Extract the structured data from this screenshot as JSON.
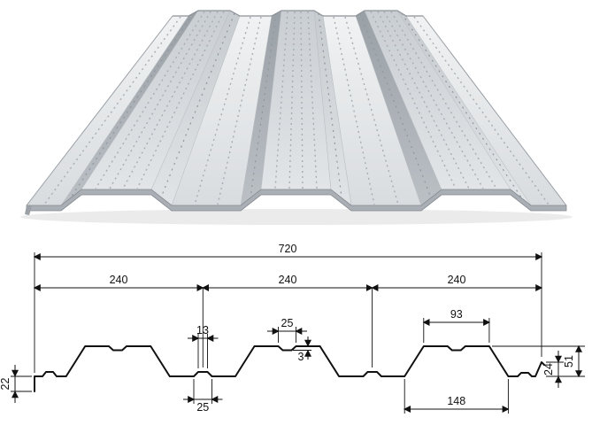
{
  "figure": {
    "subject": "corrugated-steel-floor-deck",
    "colors": {
      "steel_light": "#eceef0",
      "steel_mid": "#cfd4d8",
      "steel_dark": "#9aa1a7",
      "line": "#111111",
      "background": "#ffffff"
    }
  },
  "drawing": {
    "overall_width": "720",
    "pitch": [
      "240",
      "240",
      "240"
    ],
    "crown_groove_width": "25",
    "valley_stiffener_top": "13",
    "groove_depth": "3",
    "crown_top_width": "93",
    "valley_stiffener_bottom": "25",
    "crown_base_width": "148",
    "left_lip_height": "22",
    "end_lip_height": "24",
    "profile_height": "51"
  }
}
